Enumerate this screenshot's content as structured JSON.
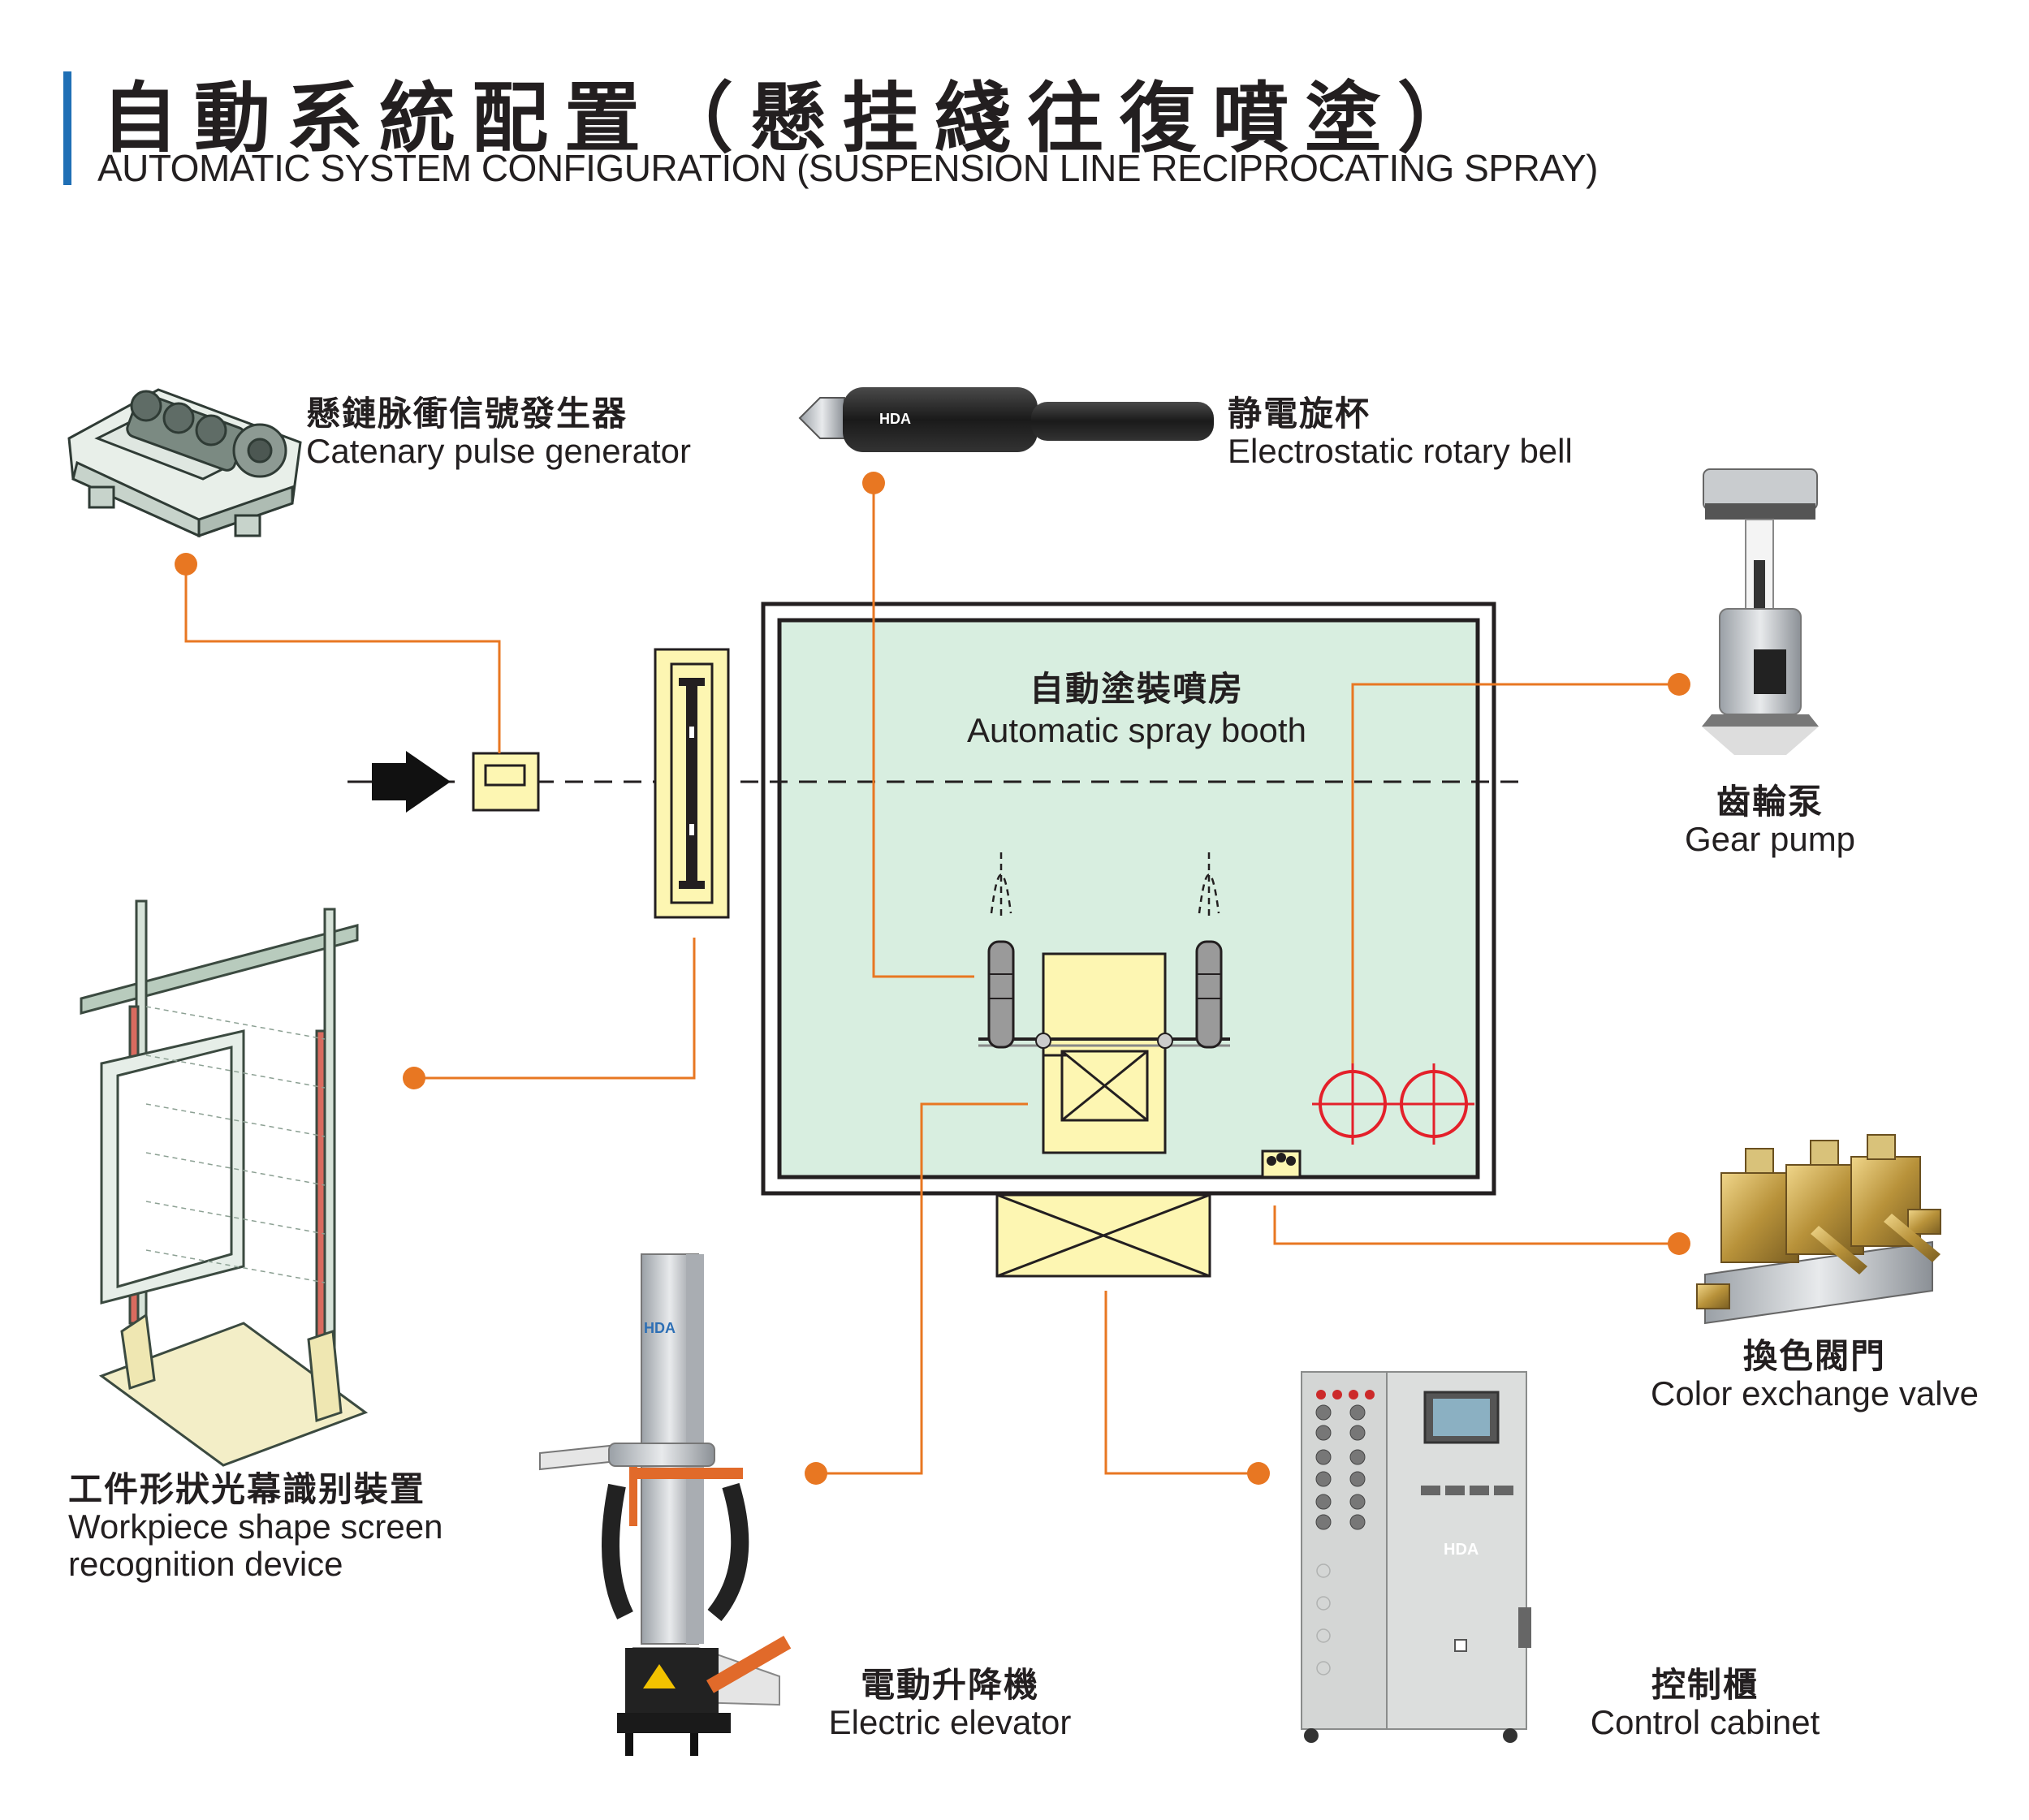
{
  "header": {
    "title_zh": "自動系統配置（懸挂綫往復噴塗）",
    "title_en": "AUTOMATIC SYSTEM CONFIGURATION (SUSPENSION LINE RECIPROCATING SPRAY)"
  },
  "colors": {
    "accent_bar": "#1f6fb5",
    "connector_line": "#e87722",
    "connector_dot": "#e87722",
    "booth_fill": "#d8eee0",
    "equipment_fill": "#fdf6b2"
  },
  "booth": {
    "label_zh": "自動塗裝噴房",
    "label_en": "Automatic spray booth"
  },
  "components": [
    {
      "id": "catenary-pulse-generator",
      "label_zh": "懸鏈脉衝信號發生器",
      "label_en": "Catenary pulse generator",
      "icon": "pulse-generator-icon"
    },
    {
      "id": "electrostatic-rotary-bell",
      "label_zh": "静電旋杯",
      "label_en": "Electrostatic rotary bell",
      "icon": "rotary-bell-icon",
      "brand": "HDA"
    },
    {
      "id": "gear-pump",
      "label_zh": "齒輪泵",
      "label_en": "Gear pump",
      "icon": "gear-pump-icon"
    },
    {
      "id": "workpiece-recognition",
      "label_zh": "工件形狀光幕識别裝置",
      "label_en_line1": "Workpiece shape screen",
      "label_en_line2": "recognition device",
      "icon": "light-curtain-icon"
    },
    {
      "id": "color-exchange-valve",
      "label_zh": "換色閥門",
      "label_en": "Color exchange valve",
      "icon": "valve-block-icon"
    },
    {
      "id": "electric-elevator",
      "label_zh": "電動升降機",
      "label_en": "Electric elevator",
      "icon": "elevator-icon",
      "brand": "HDA"
    },
    {
      "id": "control-cabinet",
      "label_zh": "控制櫃",
      "label_en": "Control cabinet",
      "icon": "control-cabinet-icon",
      "brand": "HDA"
    }
  ]
}
